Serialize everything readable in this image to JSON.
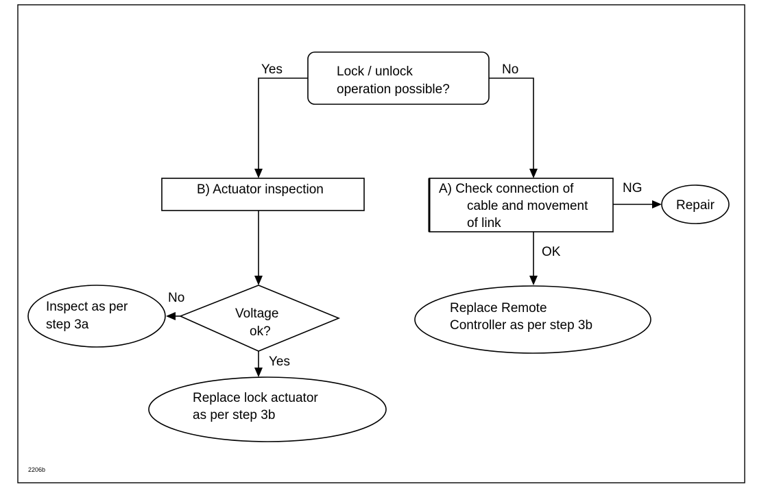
{
  "nodes": {
    "start": {
      "lines": [
        "Lock / unlock",
        "operation possible?"
      ]
    },
    "actuator_inspection": {
      "lines": [
        "B)  Actuator inspection"
      ]
    },
    "check_connection": {
      "lines": [
        "A)   Check connection of",
        "cable and movement",
        "of link"
      ]
    },
    "repair": {
      "lines": [
        "Repair"
      ]
    },
    "voltage_decision": {
      "lines": [
        "Voltage",
        "ok?"
      ]
    },
    "inspect_3a": {
      "lines": [
        "Inspect   as  per",
        "step 3a"
      ]
    },
    "replace_actuator": {
      "lines": [
        "Replace lock  actuator",
        "as per step 3b"
      ]
    },
    "replace_remote": {
      "lines": [
        "Replace Remote",
        "Controller as per step 3b"
      ]
    }
  },
  "edges": {
    "start_yes": "Yes",
    "start_no": "No",
    "check_ng": "NG",
    "check_ok": "OK",
    "voltage_no": "No",
    "voltage_yes": "Yes"
  },
  "figure_id": "2206b"
}
